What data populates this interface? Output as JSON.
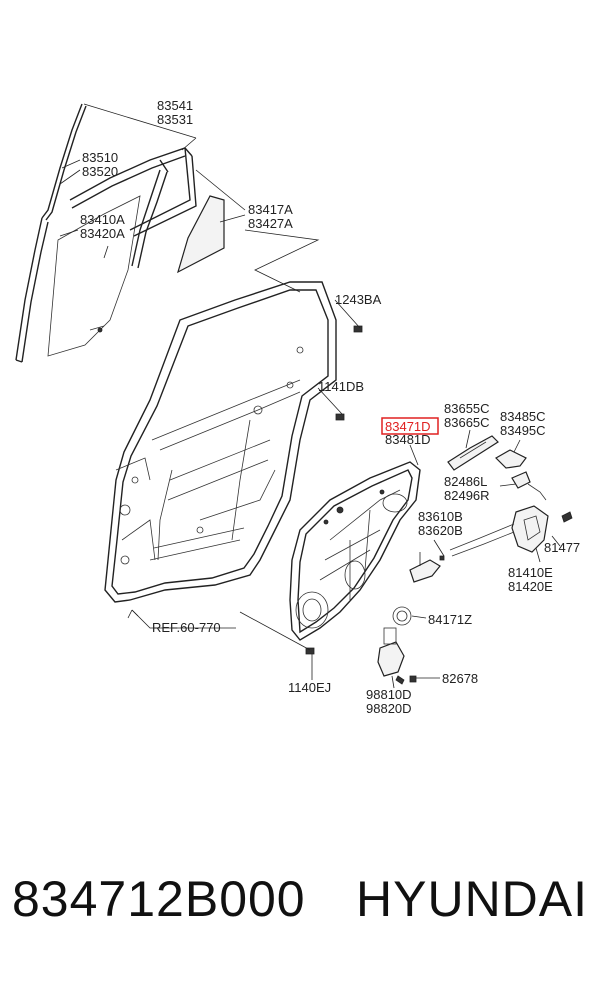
{
  "diagram": {
    "callouts": {
      "c83541": "83541",
      "c83531": "83531",
      "c83510": "83510",
      "c83520": "83520",
      "c83410A": "83410A",
      "c83420A": "83420A",
      "c83417A": "83417A",
      "c83427A": "83427A",
      "c1243BA": "1243BA",
      "c1141DB": "1141DB",
      "c83471D": "83471D",
      "c83481D": "83481D",
      "c83655C": "83655C",
      "c83665C": "83665C",
      "c83485C": "83485C",
      "c83495C": "83495C",
      "c82486L": "82486L",
      "c82496R": "82496R",
      "c83610B": "83610B",
      "c83620B": "83620B",
      "c81477": "81477",
      "c81410E": "81410E",
      "c81420E": "81420E",
      "c84171Z": "84171Z",
      "c82678": "82678",
      "c98810D": "98810D",
      "c98820D": "98820D",
      "c1140EJ": "1140EJ",
      "ref": "REF.60-770"
    },
    "highlight_color": "#e02020"
  },
  "footer": {
    "part_number": "834712B000",
    "brand": "HYUNDAI"
  }
}
